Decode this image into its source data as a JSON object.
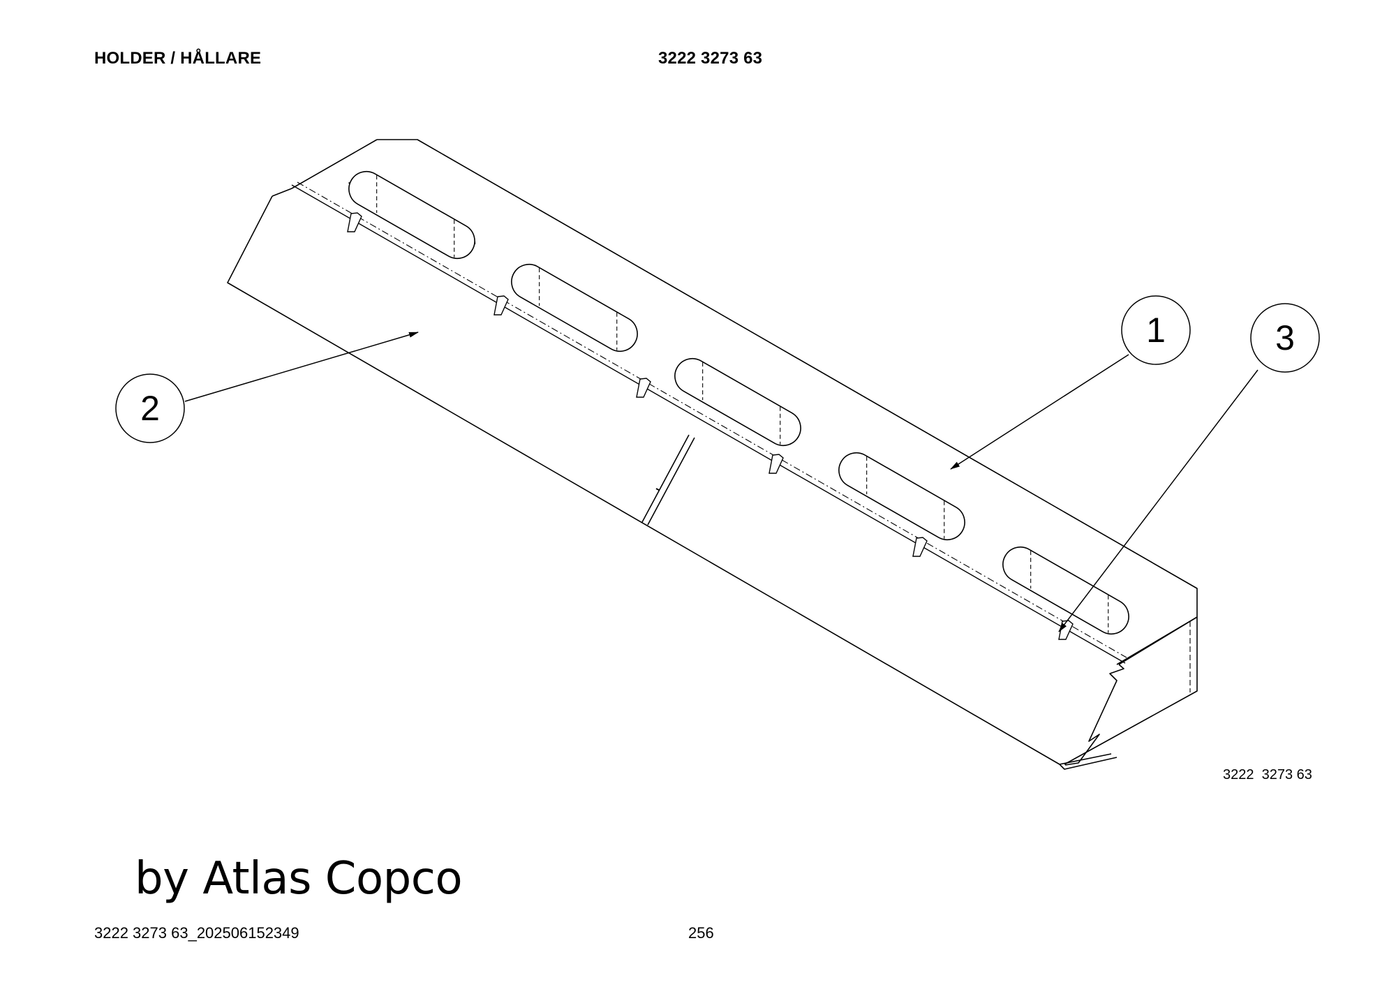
{
  "header": {
    "title": "HOLDER / HÅLLARE",
    "part_number": "3222 3273 63"
  },
  "drawing": {
    "callouts": [
      {
        "id": "1",
        "label": "1"
      },
      {
        "id": "2",
        "label": "2"
      },
      {
        "id": "3",
        "label": "3"
      }
    ],
    "reference_number": "3222  3273 63"
  },
  "watermark": "by Atlas Copco",
  "footer": {
    "document_id": "3222 3273 63_202506152349",
    "page_number": "256"
  }
}
